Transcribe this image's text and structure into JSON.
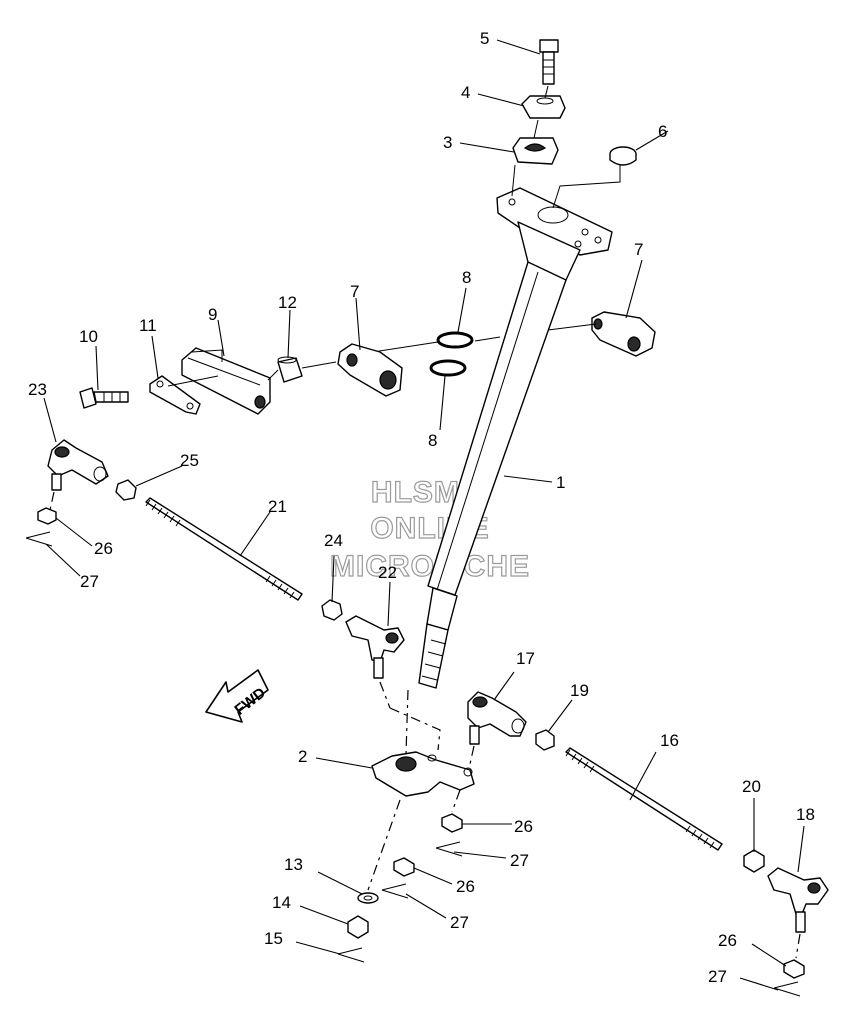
{
  "watermark": {
    "line1": "HLSM'S",
    "line2": "ONLINE",
    "line3": "MICROFICHE"
  },
  "fwd_label": "FWD",
  "callouts": [
    {
      "id": "c1",
      "text": "1"
    },
    {
      "id": "c2",
      "text": "2"
    },
    {
      "id": "c3",
      "text": "3"
    },
    {
      "id": "c4",
      "text": "4"
    },
    {
      "id": "c5",
      "text": "5"
    },
    {
      "id": "c6",
      "text": "6"
    },
    {
      "id": "c7a",
      "text": "7"
    },
    {
      "id": "c7b",
      "text": "7"
    },
    {
      "id": "c8a",
      "text": "8"
    },
    {
      "id": "c8b",
      "text": "8"
    },
    {
      "id": "c9",
      "text": "9"
    },
    {
      "id": "c10",
      "text": "10"
    },
    {
      "id": "c11",
      "text": "11"
    },
    {
      "id": "c12",
      "text": "12"
    },
    {
      "id": "c13",
      "text": "13"
    },
    {
      "id": "c14",
      "text": "14"
    },
    {
      "id": "c15",
      "text": "15"
    },
    {
      "id": "c16",
      "text": "16"
    },
    {
      "id": "c17",
      "text": "17"
    },
    {
      "id": "c18",
      "text": "18"
    },
    {
      "id": "c19",
      "text": "19"
    },
    {
      "id": "c20",
      "text": "20"
    },
    {
      "id": "c21",
      "text": "21"
    },
    {
      "id": "c22",
      "text": "22"
    },
    {
      "id": "c23",
      "text": "23"
    },
    {
      "id": "c24",
      "text": "24"
    },
    {
      "id": "c25",
      "text": "25"
    },
    {
      "id": "c26a",
      "text": "26"
    },
    {
      "id": "c26b",
      "text": "26"
    },
    {
      "id": "c26c",
      "text": "26"
    },
    {
      "id": "c26d",
      "text": "26"
    },
    {
      "id": "c27a",
      "text": "27"
    },
    {
      "id": "c27b",
      "text": "27"
    },
    {
      "id": "c27c",
      "text": "27"
    },
    {
      "id": "c27d",
      "text": "27"
    }
  ]
}
